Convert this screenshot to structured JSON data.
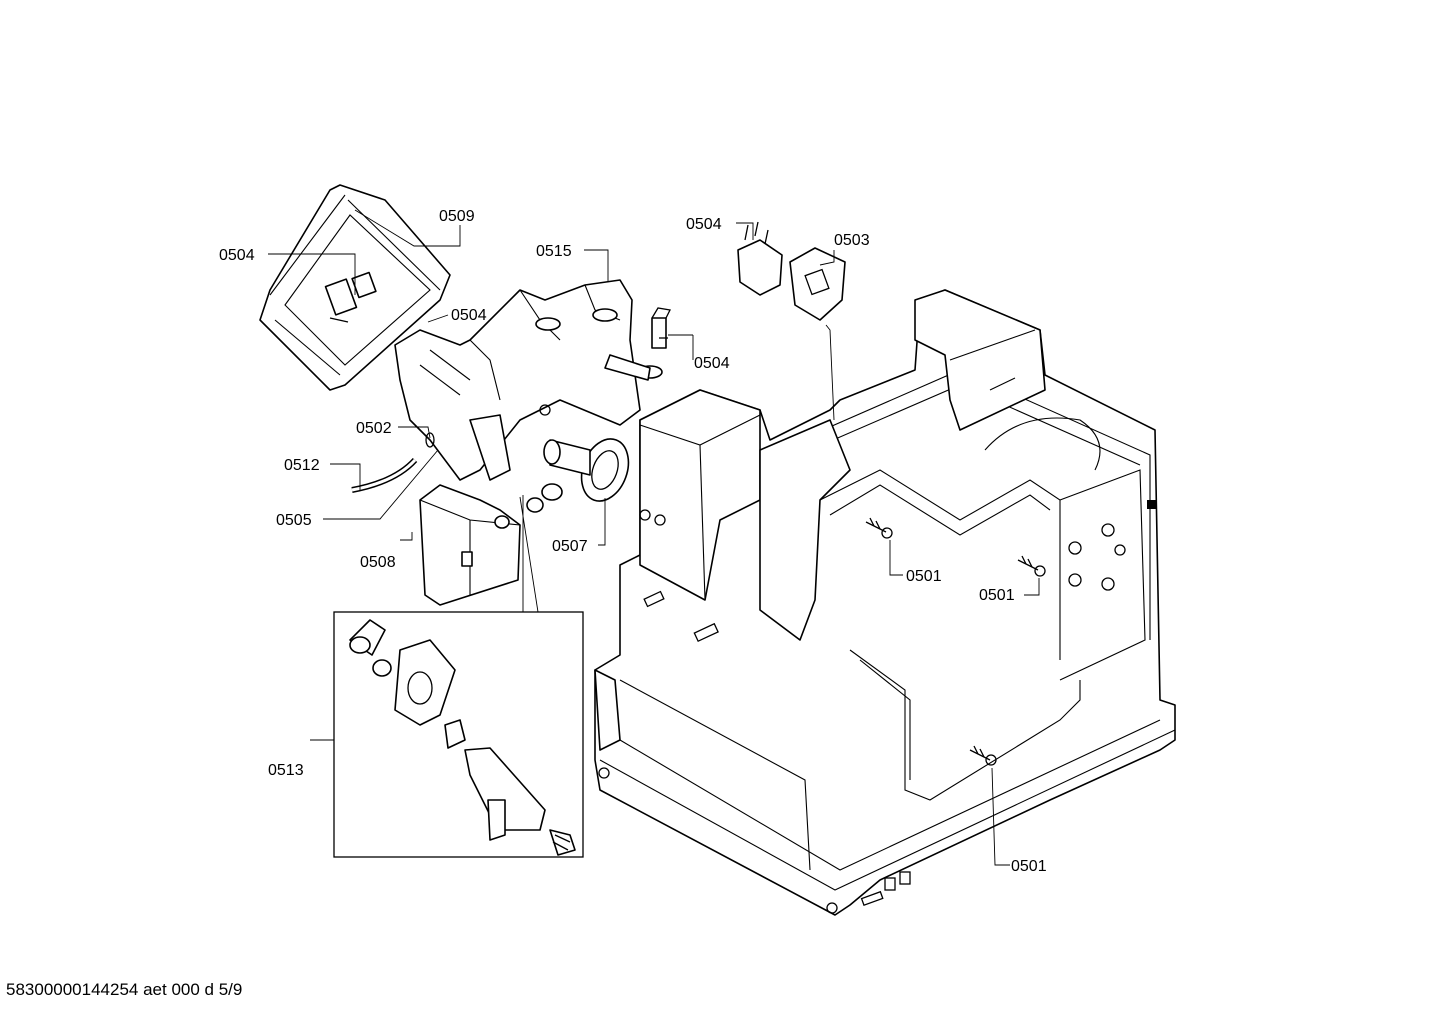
{
  "labels": {
    "l0509": "0509",
    "l0504a": "0504",
    "l0515": "0515",
    "l0504b": "0504",
    "l0503": "0503",
    "l0504c": "0504",
    "l0504d": "0504",
    "l0502": "0502",
    "l0512": "0512",
    "l0505": "0505",
    "l0508": "0508",
    "l0507": "0507",
    "l0501a": "0501",
    "l0501b": "0501",
    "l0501c": "0501",
    "l0513": "0513"
  },
  "footer": "58300000144254 aet 000 d 5/9"
}
